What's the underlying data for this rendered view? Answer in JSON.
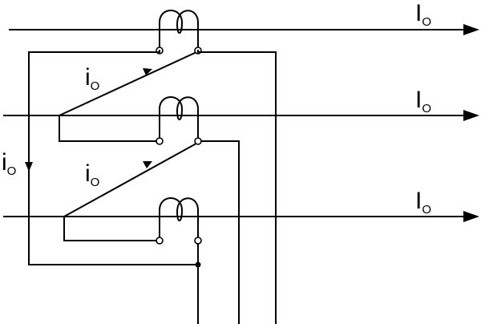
{
  "lines": [
    {
      "label_main": "I",
      "label_sub": "O"
    },
    {
      "label_main": "I",
      "label_sub": "O"
    },
    {
      "label_main": "I",
      "label_sub": "O"
    }
  ],
  "residual_labels": [
    {
      "label_main": "i",
      "label_sub": "O"
    },
    {
      "label_main": "i",
      "label_sub": "O"
    }
  ],
  "return_label": {
    "label_main": "i",
    "label_sub": "O"
  },
  "colors": {
    "ink": "#000000",
    "background": "#ffffff"
  }
}
